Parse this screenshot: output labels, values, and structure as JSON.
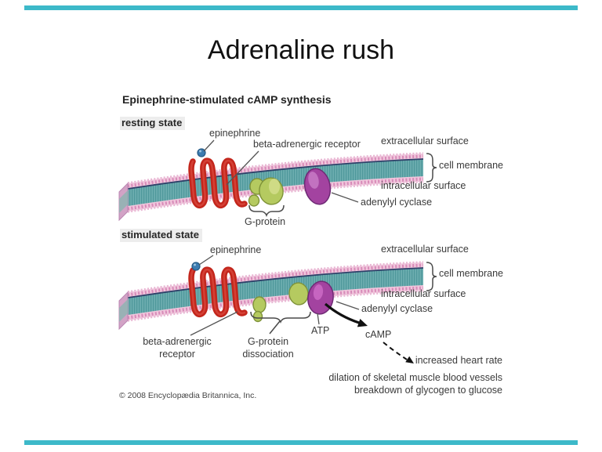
{
  "slide": {
    "title": "Adrenaline rush"
  },
  "diagram": {
    "heading": "Epinephrine-stimulated cAMP synthesis",
    "credit": "© 2008 Encyclopædia Britannica, Inc.",
    "resting": {
      "state_label": "resting state",
      "labels": {
        "epinephrine": "epinephrine",
        "beta_receptor": "beta-adrenergic receptor",
        "extracellular": "extracellular surface",
        "cell_membrane": "cell membrane",
        "intracellular": "intracellular surface",
        "adenylyl_cyclase": "adenylyl cyclase",
        "g_protein": "G-protein"
      }
    },
    "stimulated": {
      "state_label": "stimulated state",
      "labels": {
        "epinephrine": "epinephrine",
        "extracellular": "extracellular surface",
        "cell_membrane": "cell membrane",
        "intracellular": "intracellular surface",
        "adenylyl_cyclase": "adenylyl cyclase",
        "beta_receptor_line1": "beta-adrenergic",
        "beta_receptor_line2": "receptor",
        "g_dissociation_line1": "G-protein",
        "g_dissociation_line2": "dissociation",
        "atp": "ATP",
        "camp": "cAMP"
      }
    },
    "effects": [
      "increased heart rate",
      "dilation of skeletal muscle blood vessels",
      "breakdown of glycogen to glucose"
    ],
    "colors": {
      "accent_bar": "#3db9c9",
      "membrane_teal": "#6cadaf",
      "membrane_stripe": "#4f989b",
      "membrane_pink": "#f0c6dc",
      "membrane_dot_pink": "#d78ab8",
      "membrane_top_line": "#2f4069",
      "membrane_end_face": "#d2a3c6",
      "receptor_red": "#c3261c",
      "g_protein_green": "#b5ca60",
      "adenylyl_cyclase_purple": "#a343a0",
      "epinephrine_blue": "#3c7cb0",
      "label_text": "#3a3a3a"
    }
  }
}
